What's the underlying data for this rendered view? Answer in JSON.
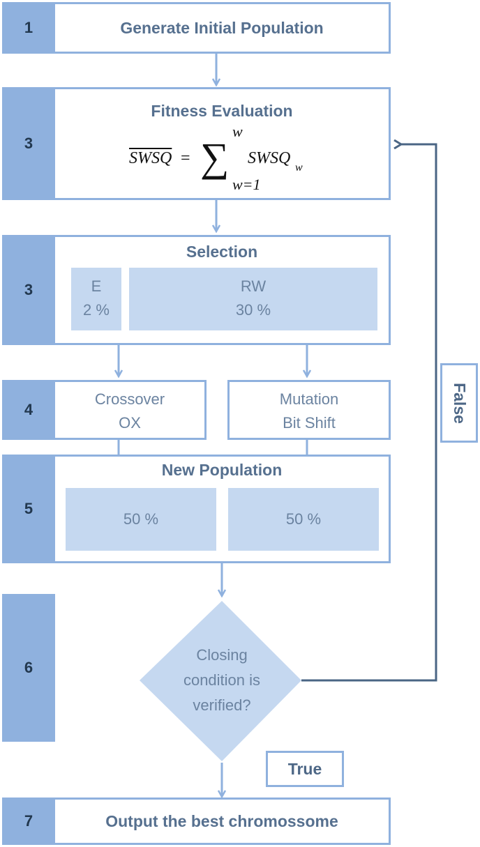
{
  "steps": [
    {
      "number": "1",
      "title": "Generate Initial Population"
    },
    {
      "number": "3",
      "title": "Fitness Evaluation",
      "formula": {
        "lhs": "SWSQ",
        "eq": "=",
        "sigma": "∑",
        "upper": "w",
        "lower": "w=1",
        "term": "SWSQ",
        "sub": "w"
      }
    },
    {
      "number": "3",
      "title": "Selection",
      "parts": [
        {
          "name": "E",
          "value": "2 %"
        },
        {
          "name": "RW",
          "value": "30 %"
        }
      ]
    },
    {
      "number": "4",
      "ops": [
        {
          "line1": "Crossover",
          "line2": "OX"
        },
        {
          "line1": "Mutation",
          "line2": "Bit Shift"
        }
      ]
    },
    {
      "number": "5",
      "title": "New Population",
      "parts": [
        {
          "value": "50 %"
        },
        {
          "value": "50 %"
        }
      ]
    },
    {
      "number": "6",
      "decision": {
        "line1": "Closing",
        "line2": "condition is",
        "line3": "verified?"
      }
    },
    {
      "number": "7",
      "title": "Output the best chromossome"
    }
  ],
  "branches": {
    "true_label": "True",
    "false_label": "False"
  },
  "colors": {
    "accent": "#8fb1de",
    "fill": "#c5d8f0",
    "text": "#56708f",
    "line": "#4a6584"
  }
}
